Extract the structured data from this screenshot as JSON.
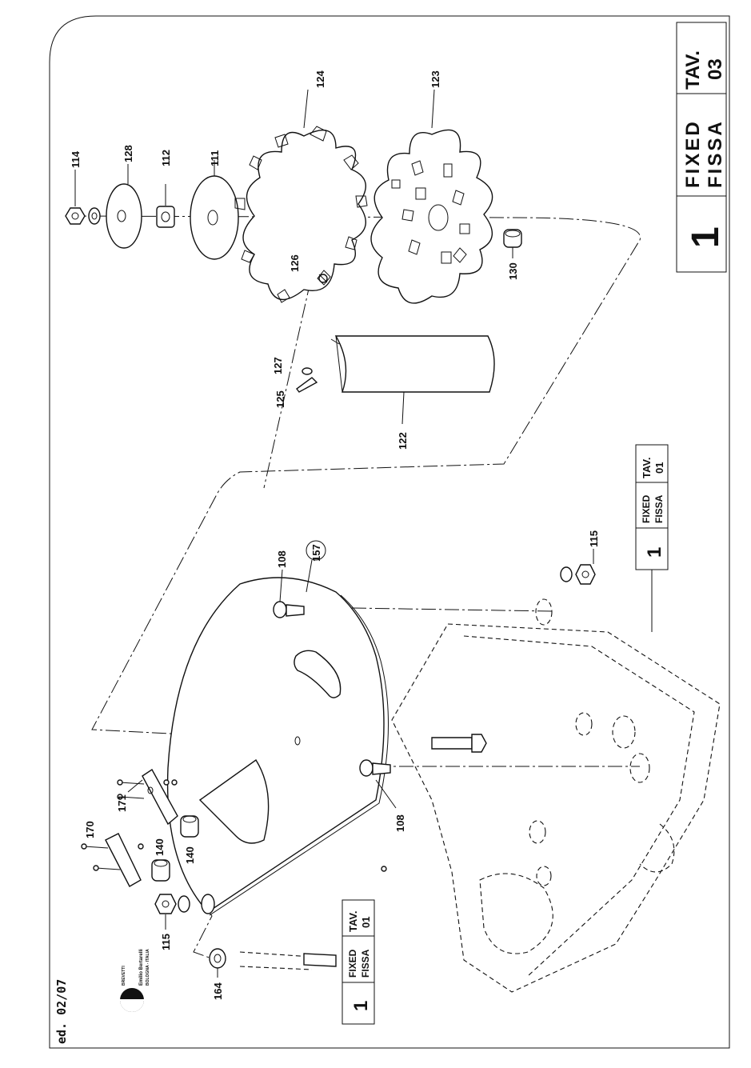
{
  "header": {
    "edition": "ed. 02/07"
  },
  "title_block": {
    "number": "1",
    "name_en": "FIXED",
    "name_it": "FISSA",
    "tav_label": "TAV.",
    "tav_number": "03"
  },
  "ref_tags": [
    {
      "number": "1",
      "name_en": "FIXED",
      "name_it": "FISSA",
      "tav_label": "TAV.",
      "tav_number": "01"
    },
    {
      "number": "1",
      "name_en": "FIXED",
      "name_it": "FISSA",
      "tav_label": "TAV.",
      "tav_number": "01"
    }
  ],
  "labels": {
    "p114": "114",
    "p128": "128",
    "p112": "112",
    "p111": "111",
    "p124": "124",
    "p123": "123",
    "p126": "126",
    "p130": "130",
    "p127": "127",
    "p125": "125",
    "p122": "122",
    "p108a": "108",
    "p157": "157",
    "p115a": "115",
    "p108b": "108",
    "p170": "170",
    "p171": "171",
    "p140a": "140",
    "p140b": "140",
    "p115b": "115",
    "p164": "164"
  },
  "logo": {
    "line1": "BREVETTI",
    "line2": "Emilio Bertarelli",
    "line3": "BOLOGNA - ITALIA"
  }
}
